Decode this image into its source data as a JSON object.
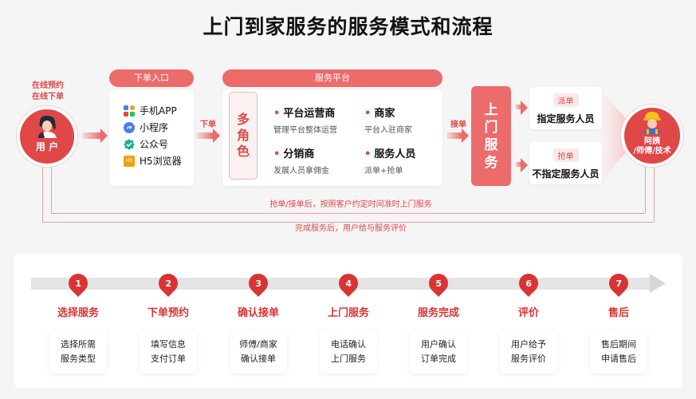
{
  "title": "上门到家服务的服务模式和流程",
  "colors": {
    "primary_red": "#e04848",
    "pill_red": "#ec6b6b",
    "step_red": "#d93434",
    "background": "#f5f5f5",
    "track_gray": "#e4e4e4"
  },
  "user": {
    "note_line1": "在线预约",
    "note_line2": "在线下单",
    "label": "用 户",
    "icon": "woman-avatar-icon"
  },
  "entry": {
    "header": "下单入口",
    "items": [
      {
        "label": "手机APP",
        "icon": "app-grid-icon"
      },
      {
        "label": "小程序",
        "icon": "mini-program-icon"
      },
      {
        "label": "公众号",
        "icon": "official-account-icon"
      },
      {
        "label": "H5浏览器",
        "icon": "h5-icon"
      }
    ]
  },
  "arrow_labels": {
    "order": "下单",
    "accept": "接单"
  },
  "platform": {
    "header": "服务平台",
    "role_box": [
      "多",
      "角",
      "色"
    ],
    "roles": [
      {
        "title": "平台运营商",
        "desc": "管理平台整体运营"
      },
      {
        "title": "商家",
        "desc": "平台入驻商家"
      },
      {
        "title": "分销商",
        "desc": "发展人员拿佣金"
      },
      {
        "title": "服务人员",
        "desc": "派单+抢单"
      }
    ]
  },
  "onsite": {
    "chars": [
      "上",
      "门",
      "服",
      "务"
    ]
  },
  "dispatch": [
    {
      "tag": "派单",
      "text": "指定服务人员"
    },
    {
      "tag": "抢单",
      "text": "不指定服务人员"
    }
  ],
  "worker": {
    "label_line1": "阿姨",
    "label_line2": "/师傅/技术",
    "icon": "worker-avatar-icon"
  },
  "loop_notes": {
    "inner": "抢单/接单后，按照客户约定时间准时上门服务",
    "outer": "完成服务后，用户给与服务评价"
  },
  "steps": [
    {
      "num": "1",
      "title": "选择服务",
      "line1": "选择所需",
      "line2": "服务类型"
    },
    {
      "num": "2",
      "title": "下单预约",
      "line1": "填写信息",
      "line2": "支付订单"
    },
    {
      "num": "3",
      "title": "确认接单",
      "line1": "师傅/商家",
      "line2": "确认接单"
    },
    {
      "num": "4",
      "title": "上门服务",
      "line1": "电话确认",
      "line2": "上门服务"
    },
    {
      "num": "5",
      "title": "服务完成",
      "line1": "用户确认",
      "line2": "订单完成"
    },
    {
      "num": "6",
      "title": "评价",
      "line1": "用户给予",
      "line2": "服务评价"
    },
    {
      "num": "7",
      "title": "售后",
      "line1": "售后期间",
      "line2": "申请售后"
    }
  ]
}
